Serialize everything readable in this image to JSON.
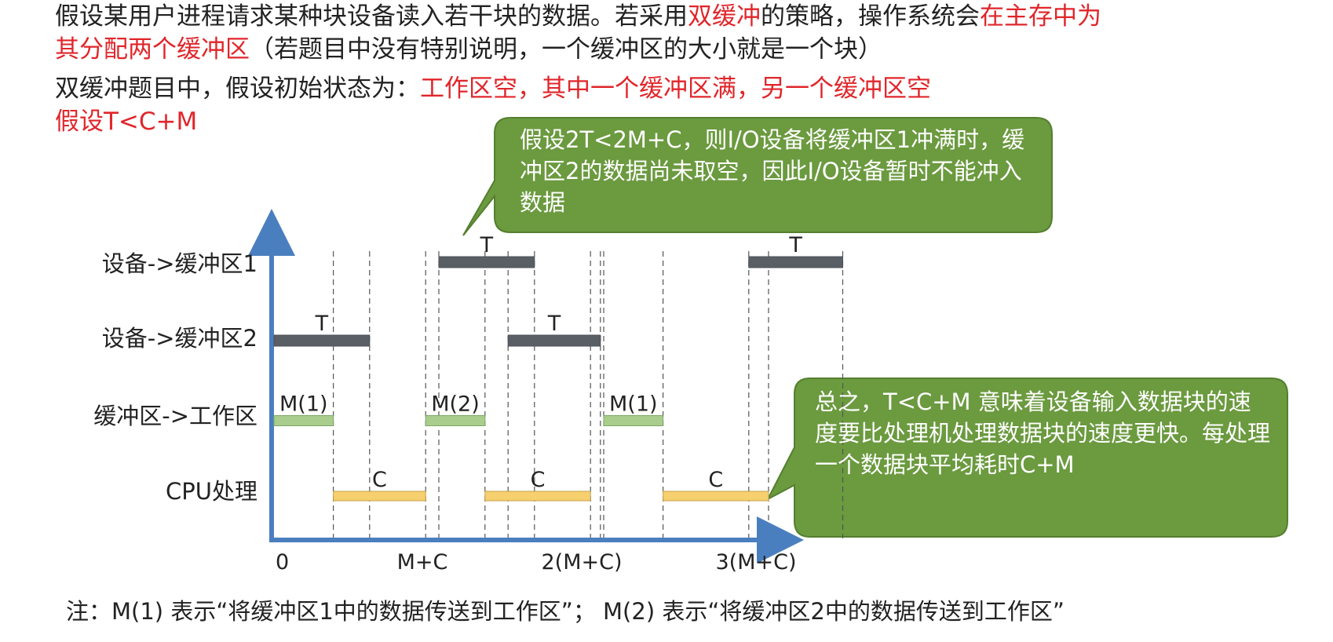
{
  "intro": {
    "line1": {
      "a": "假设某用户进程请求某种块设备读入若干块的数据。若采用",
      "b": "双缓冲",
      "c": "的策略，操作系统会",
      "d": "在主存中为"
    },
    "line2": {
      "a": "其分配两个缓冲区",
      "b": "（若题目中没有特别说明，一个缓冲区的大小就是一个块）"
    },
    "line3": {
      "a": "双缓冲题目中，假设初始状态为：",
      "b": "工作区空，其中一个缓冲区满，另一个缓冲区空"
    },
    "line4": "假设T<C+M"
  },
  "colors": {
    "highlight": "#e0262b",
    "axis": "#4a7fbf",
    "device_bar": "#5a5f66",
    "transfer_bar": "#a9cd8c",
    "cpu_bar": "#f6cf6f",
    "bubble": "#6b9a3f"
  },
  "rows": [
    "设备->缓冲区1",
    "设备->缓冲区2",
    "缓冲区->工作区",
    "CPU处理"
  ],
  "x_ticks": [
    "0",
    "M+C",
    "2(M+C)",
    "3(M+C)"
  ],
  "segments": [
    {
      "row": 0,
      "start": 1.0,
      "end": 1.58,
      "label": "T",
      "kind": "device"
    },
    {
      "row": 0,
      "start": 2.88,
      "end": 3.45,
      "label": "T",
      "kind": "device"
    },
    {
      "row": 1,
      "start": 0.0,
      "end": 0.58,
      "label": "T",
      "kind": "device"
    },
    {
      "row": 1,
      "start": 1.42,
      "end": 1.98,
      "label": "T",
      "kind": "device"
    },
    {
      "row": 2,
      "start": 0.0,
      "end": 0.36,
      "label": "M(1)",
      "kind": "transfer"
    },
    {
      "row": 2,
      "start": 0.92,
      "end": 1.28,
      "label": "M(2)",
      "kind": "transfer"
    },
    {
      "row": 2,
      "start": 2.0,
      "end": 2.36,
      "label": "M(1)",
      "kind": "transfer"
    },
    {
      "row": 3,
      "start": 0.36,
      "end": 0.92,
      "label": "C",
      "kind": "cpu"
    },
    {
      "row": 3,
      "start": 1.28,
      "end": 1.92,
      "label": "C",
      "kind": "cpu"
    },
    {
      "row": 3,
      "start": 2.36,
      "end": 3.0,
      "label": "C",
      "kind": "cpu"
    }
  ],
  "callout_top": "假设2T<2M+C，则I/O设备将缓冲区1冲满时，缓冲区2的数据尚未取空，因此I/O设备暂时不能冲入数据",
  "callout_right": "总之，T<C+M 意味着设备输入数据块的速度要比处理机处理数据块的速度更快。每处理一个数据块平均耗时C+M",
  "note": "注：M(1) 表示“将缓冲区1中的数据传送到工作区”； M(2) 表示“将缓冲区2中的数据传送到工作区”"
}
